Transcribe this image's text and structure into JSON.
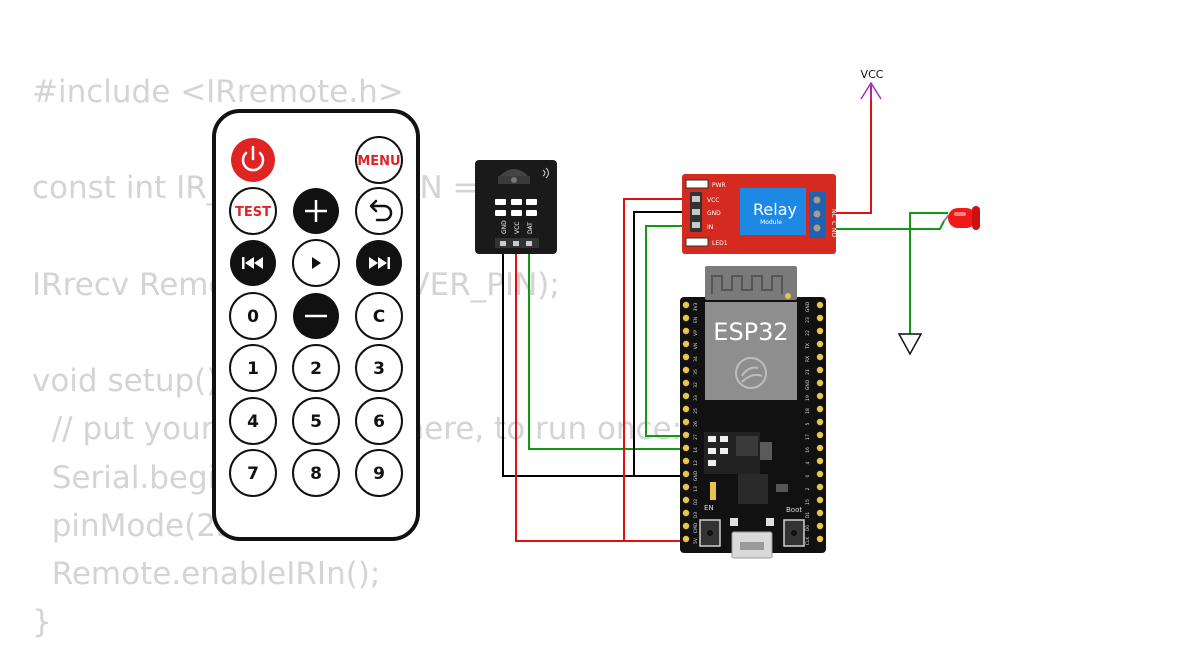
{
  "code": {
    "lines": [
      "#include <IRremote.h>",
      "",
      "const int IR_RECEIVER_PIN = 15;",
      "",
      "IRrecv Remote(IR_RECEIVER_PIN);",
      "",
      "void setup() {",
      "  // put your setup code here, to run once:",
      "  Serial.begin(115200);",
      "  pinMode(23, OUTPUT);",
      "  Remote.enableIRIn();",
      "}"
    ]
  },
  "remote": {
    "power_icon": "power-icon",
    "menu_label": "MENU",
    "test_label": "TEST",
    "plus_icon": "plus-icon",
    "back_icon": "back-arrow-icon",
    "prev_icon": "skip-back-icon",
    "play_icon": "play-icon",
    "next_icon": "skip-forward-icon",
    "zero_label": "0",
    "minus_icon": "minus-icon",
    "c_label": "C",
    "digits": [
      "1",
      "2",
      "3",
      "4",
      "5",
      "6",
      "7",
      "8",
      "9"
    ],
    "accent_color": "#e02424"
  },
  "ir_receiver": {
    "pins": [
      "GND",
      "VCC",
      "DAT"
    ]
  },
  "relay": {
    "title": "Relay",
    "subtitle": "Module",
    "left_labels": [
      "PWR",
      "VCC",
      "GND",
      "IN",
      "LED1"
    ],
    "terminal_labels": [
      "NC",
      "C",
      "NO"
    ],
    "board_color": "#d42a1f",
    "relay_color": "#1e88e5"
  },
  "esp32": {
    "label": "ESP32",
    "en_label": "EN",
    "boot_label": "Boot",
    "left_pins": [
      "3V3",
      "EN",
      "VP",
      "VN",
      "34",
      "35",
      "32",
      "33",
      "25",
      "26",
      "27",
      "14",
      "12",
      "GND",
      "13",
      "D2",
      "D3",
      "CMD",
      "5V"
    ],
    "right_pins": [
      "GND",
      "23",
      "22",
      "TX",
      "RX",
      "21",
      "GND",
      "19",
      "18",
      "5",
      "17",
      "16",
      "4",
      "0",
      "2",
      "15",
      "D1",
      "D0",
      "CLK"
    ]
  },
  "power": {
    "vcc_label": "VCC"
  },
  "wires": {
    "red": "#e01010",
    "black": "#000000",
    "green": "#119911"
  }
}
